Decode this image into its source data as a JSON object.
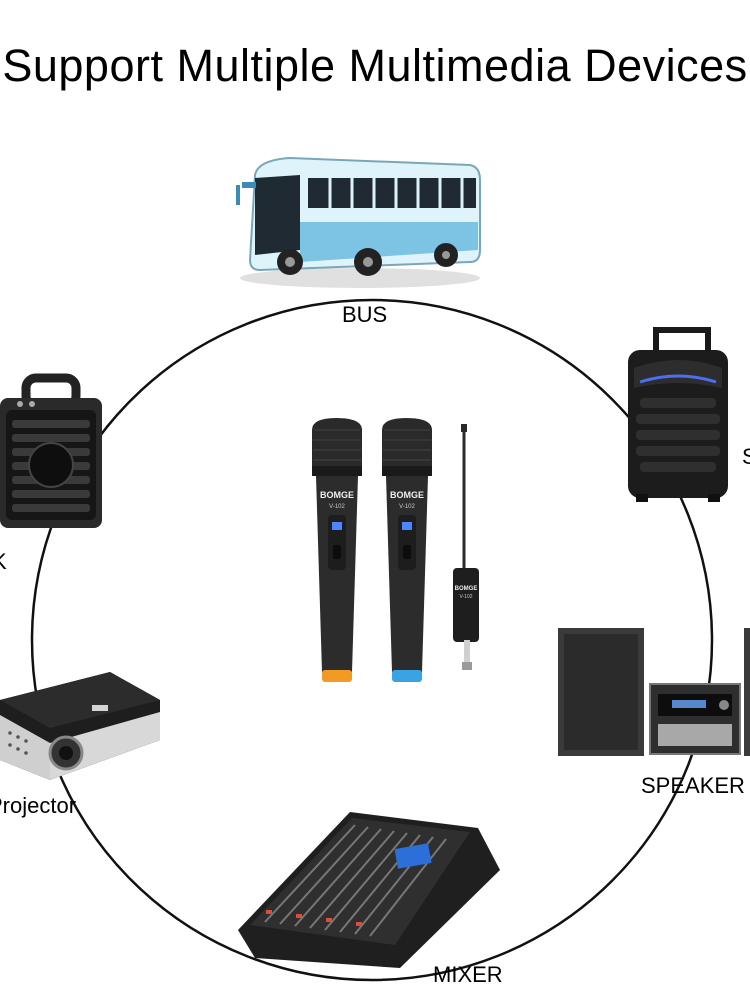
{
  "title": "Support Multiple Multimedia Devices",
  "devices": {
    "bus": "BUS",
    "speaker_right_cut": "S",
    "boombox_left_cut": "K",
    "projector": "Projector",
    "speakers": "SPEAKER",
    "mixer": "MIXER"
  },
  "product": {
    "brand": "BOMGE",
    "model_mic": "V-102",
    "model_receiver": "V-102"
  },
  "colors": {
    "mic_left_ring": "#f39a24",
    "mic_right_ring": "#3aa3e3",
    "bus_body": "#bfe4f3",
    "background": "#ffffff"
  }
}
